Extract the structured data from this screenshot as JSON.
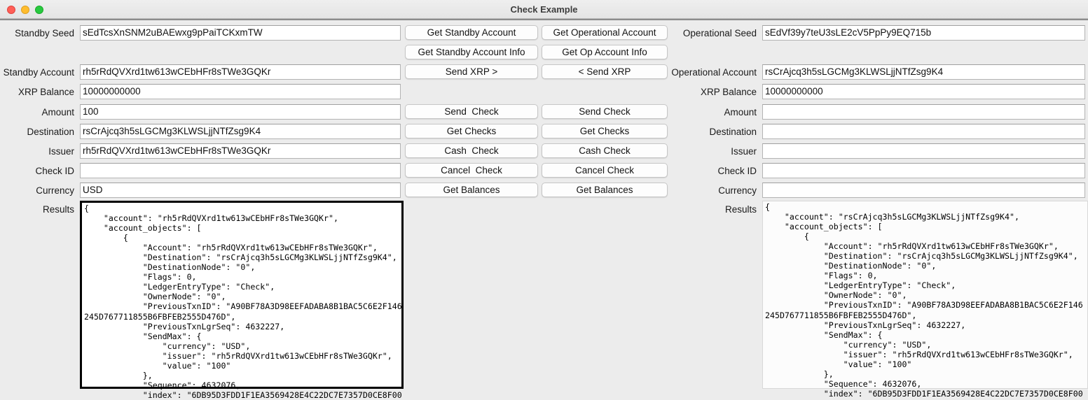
{
  "window": {
    "title": "Check Example",
    "traffic_lights": [
      "close-button",
      "minimize-button",
      "zoom-button"
    ]
  },
  "standby": {
    "seed_label": "Standby Seed",
    "seed_value": "sEdTcsXnSNM2uBAEwxg9pPaiTCKxmTW",
    "account_label": "Standby Account",
    "account_value": "rh5rRdQVXrd1tw613wCEbHFr8sTWe3GQKr",
    "balance_label": "XRP Balance",
    "balance_value": "10000000000",
    "amount_label": "Amount",
    "amount_value": "100",
    "destination_label": "Destination",
    "destination_value": "rsCrAjcq3h5sLGCMg3KLWSLjjNTfZsg9K4",
    "issuer_label": "Issuer",
    "issuer_value": "rh5rRdQVXrd1tw613wCEbHFr8sTWe3GQKr",
    "checkid_label": "Check ID",
    "checkid_value": "",
    "currency_label": "Currency",
    "currency_value": "USD",
    "results_label": "Results",
    "results_value": "{\n    \"account\": \"rh5rRdQVXrd1tw613wCEbHFr8sTWe3GQKr\",\n    \"account_objects\": [\n        {\n            \"Account\": \"rh5rRdQVXrd1tw613wCEbHFr8sTWe3GQKr\",\n            \"Destination\": \"rsCrAjcq3h5sLGCMg3KLWSLjjNTfZsg9K4\",\n            \"DestinationNode\": \"0\",\n            \"Flags\": 0,\n            \"LedgerEntryType\": \"Check\",\n            \"OwnerNode\": \"0\",\n            \"PreviousTxnID\": \"A90BF78A3D98EEFADABA8B1BAC5C6E2F146\n245D767711855B6FBFEB2555D476D\",\n            \"PreviousTxnLgrSeq\": 4632227,\n            \"SendMax\": {\n                \"currency\": \"USD\",\n                \"issuer\": \"rh5rRdQVXrd1tw613wCEbHFr8sTWe3GQKr\",\n                \"value\": \"100\"\n            },\n            \"Sequence\": 4632076,\n            \"index\": \"6DB95D3FDD1F1EA3569428E4C22DC7E7357D0CE8F00"
  },
  "operational": {
    "seed_label": "Operational Seed",
    "seed_value": "sEdVf39y7teU3sLE2cV5PpPy9EQ715b",
    "account_label": "Operational Account",
    "account_value": "rsCrAjcq3h5sLGCMg3KLWSLjjNTfZsg9K4",
    "balance_label": "XRP Balance",
    "balance_value": "10000000000",
    "amount_label": "Amount",
    "amount_value": "",
    "destination_label": "Destination",
    "destination_value": "",
    "issuer_label": "Issuer",
    "issuer_value": "",
    "checkid_label": "Check ID",
    "checkid_value": "",
    "currency_label": "Currency",
    "currency_value": "",
    "results_label": "Results",
    "results_value": "{\n    \"account\": \"rsCrAjcq3h5sLGCMg3KLWSLjjNTfZsg9K4\",\n    \"account_objects\": [\n        {\n            \"Account\": \"rh5rRdQVXrd1tw613wCEbHFr8sTWe3GQKr\",\n            \"Destination\": \"rsCrAjcq3h5sLGCMg3KLWSLjjNTfZsg9K4\",\n            \"DestinationNode\": \"0\",\n            \"Flags\": 0,\n            \"LedgerEntryType\": \"Check\",\n            \"OwnerNode\": \"0\",\n            \"PreviousTxnID\": \"A90BF78A3D98EEFADABA8B1BAC5C6E2F146\n245D767711855B6FBFEB2555D476D\",\n            \"PreviousTxnLgrSeq\": 4632227,\n            \"SendMax\": {\n                \"currency\": \"USD\",\n                \"issuer\": \"rh5rRdQVXrd1tw613wCEbHFr8sTWe3GQKr\",\n                \"value\": \"100\"\n            },\n            \"Sequence\": 4632076,\n            \"index\": \"6DB95D3FDD1F1EA3569428E4C22DC7E7357D0CE8F00"
  },
  "buttons": {
    "left": {
      "get_account": "Get Standby Account",
      "get_account_info": "Get Standby Account Info",
      "send_xrp": "Send XRP >",
      "send_check": "Send  Check",
      "get_checks": "Get Checks",
      "cash_check": "Cash  Check",
      "cancel_check": "Cancel  Check",
      "get_balances": "Get Balances"
    },
    "right": {
      "get_account": "Get Operational Account",
      "get_account_info": "Get Op Account Info",
      "send_xrp": "< Send XRP",
      "send_check": "Send Check",
      "get_checks": "Get Checks",
      "cash_check": "Cash Check",
      "cancel_check": "Cancel Check",
      "get_balances": "Get Balances"
    }
  },
  "colors": {
    "background": "#ececec",
    "field_background": "#ffffff",
    "focus_border": "#000000",
    "title_text": "#3d3d3d"
  }
}
